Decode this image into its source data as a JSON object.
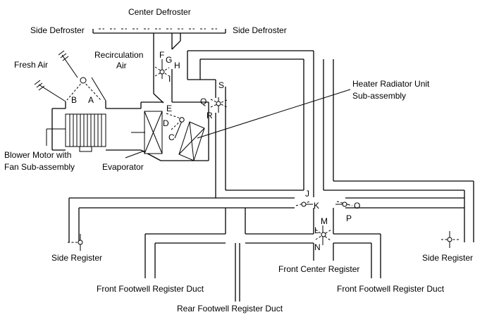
{
  "labels": {
    "center_defroster": "Center Defroster",
    "side_defroster_left": "Side Defroster",
    "side_defroster_right": "Side Defroster",
    "fresh_air": "Fresh Air",
    "recirculation_1": "Recirculation",
    "recirculation_2": "Air",
    "heater_radiator_1": "Heater Radiator Unit",
    "heater_radiator_2": "Sub-assembly",
    "blower_motor_1": "Blower Motor with",
    "blower_motor_2": "Fan Sub-assembly",
    "evaporator": "Evaporator",
    "side_register_left": "Side Register",
    "side_register_right": "Side Register",
    "front_center_register": "Front Center Register",
    "front_footwell_left": "Front Footwell Register Duct",
    "front_footwell_right": "Front Footwell Register Duct",
    "rear_footwell": "Rear Footwell Register Duct"
  },
  "door_letters": {
    "A": "A",
    "B": "B",
    "C": "C",
    "D": "D",
    "E": "E",
    "F": "F",
    "G": "G",
    "H": "H",
    "I": "I",
    "J": "J",
    "K": "K",
    "L": "L",
    "M": "M",
    "N": "N",
    "O": "O",
    "P": "P",
    "Q": "Q",
    "R": "R",
    "S": "S"
  }
}
